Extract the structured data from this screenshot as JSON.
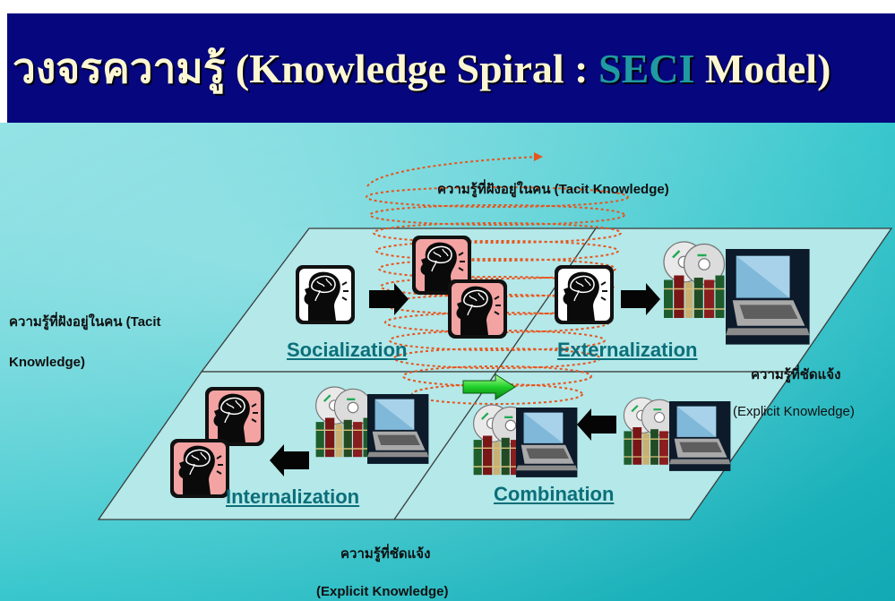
{
  "slide": {
    "title_main": "วงจรความรู้ (Knowledge Spiral : ",
    "title_accent": "SECI",
    "title_tail": " Model)",
    "colors": {
      "title_bg": "#06067e",
      "title_text": "#fcf7d2",
      "accent": "#1f9aa3",
      "quadrant_text": "#0b6f7a",
      "spiral": "#e8541c"
    }
  },
  "labels": {
    "tacit_top": "ความรู้ที่ฝังอยู่ในคน (Tacit Knowledge)",
    "tacit_left_line1": "ความรู้ที่ฝังอยู่ในคน (Tacit",
    "tacit_left_line2": "Knowledge)",
    "explicit_right_line1": "ความรู้ที่ชัดแจ้ง",
    "explicit_right_line2": "(Explicit Knowledge)",
    "explicit_bottom_line1": "ความรู้ที่ชัดแจ้ง",
    "explicit_bottom_line2": "(Explicit Knowledge)"
  },
  "quadrants": {
    "socialization": "Socialization",
    "externalization": "Externalization",
    "internalization": "Internalization",
    "combination": "Combination"
  },
  "icons": {
    "head": "head-profile-brain-icon",
    "cd": "cd-stack-icon",
    "books": "books-icon",
    "laptop": "laptop-icon",
    "arrow": "arrow-right-icon"
  }
}
